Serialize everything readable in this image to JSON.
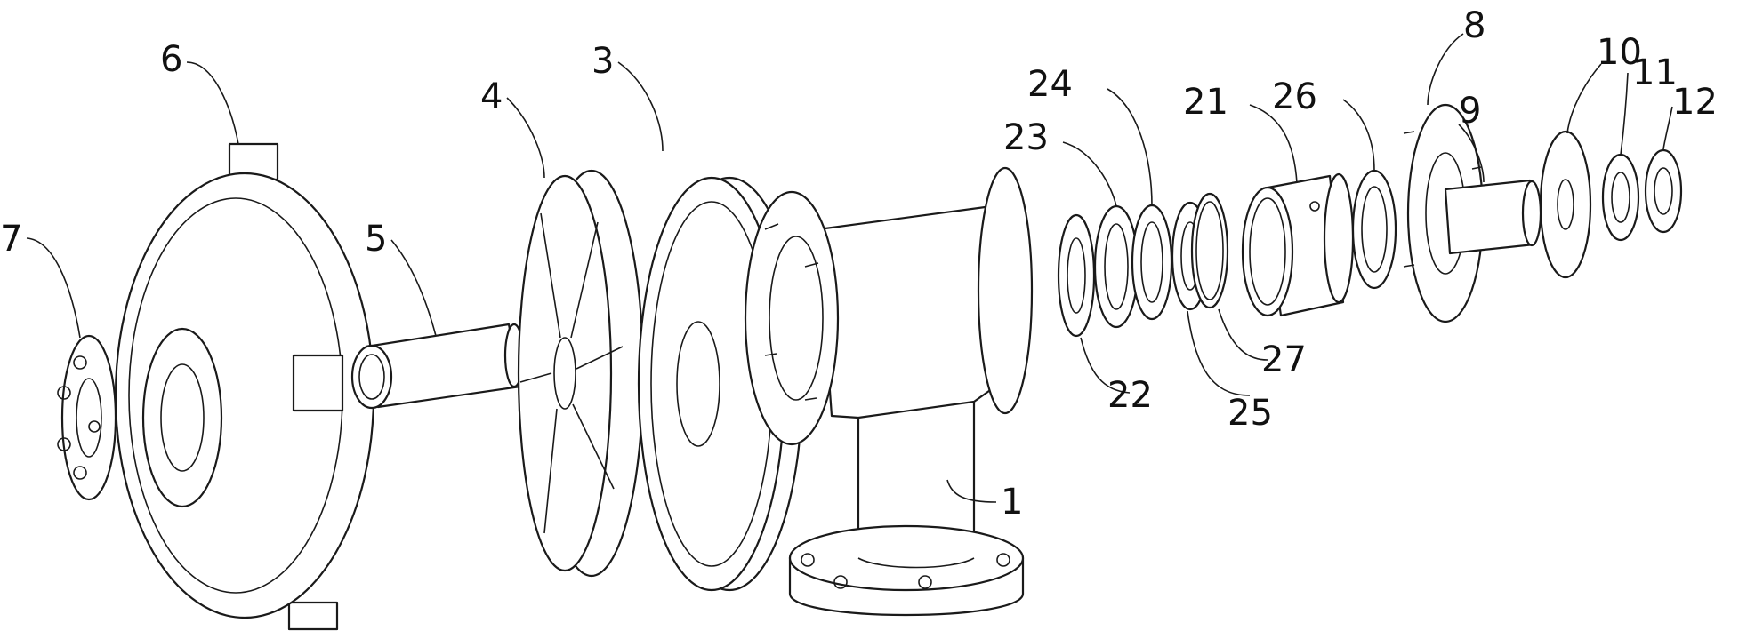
{
  "labels": {
    "p1": "1",
    "p3": "3",
    "p4": "4",
    "p5": "5",
    "p6": "6",
    "p7": "7",
    "p8": "8",
    "p9": "9",
    "p10": "10",
    "p11": "11",
    "p12": "12",
    "p21": "21",
    "p22": "22",
    "p23": "23",
    "p24": "24",
    "p25": "25",
    "p26": "26",
    "p27": "27"
  }
}
